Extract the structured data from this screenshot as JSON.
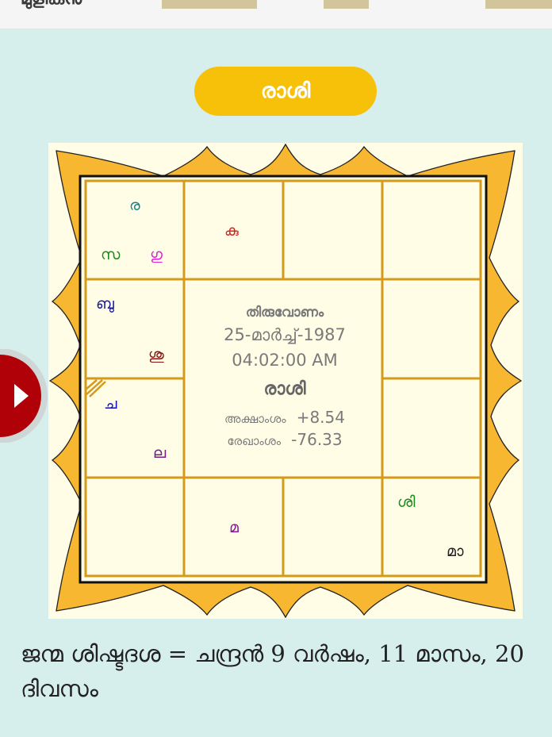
{
  "header": {
    "partial_title": "മുളികൻ"
  },
  "tab_label": "രാശി",
  "chart": {
    "nakshatra": "തിരുവോണം",
    "date": "25-മാർച്ച്-1987",
    "time": "04:02:00 AM",
    "chart_name": "രാശി",
    "latitude_label": "അക്ഷാംശം",
    "latitude_value": "+8.54",
    "longitude_label": "രേഖാംശം",
    "longitude_value": "-76.33",
    "houses": {
      "r1c1": [
        {
          "text": "ര",
          "color": "#16868c"
        },
        {
          "text": "സ",
          "color": "#1a8a1a"
        },
        {
          "text": "ഗു",
          "color": "#e020d8"
        }
      ],
      "r1c2": [
        {
          "text": "കു",
          "color": "#e02020"
        }
      ],
      "r2c1": [
        {
          "text": "ബു",
          "color": "#1a1a9a"
        },
        {
          "text": "ശു",
          "color": "#8a1010"
        }
      ],
      "r3c1": [
        {
          "text": "ച",
          "color": "#1010c0"
        },
        {
          "text": "ല",
          "color": "#7a1a8a"
        }
      ],
      "r4c2": [
        {
          "text": "മ",
          "color": "#8a1a9a"
        }
      ],
      "r4c4": [
        {
          "text": "ശി",
          "color": "#1a8a1a"
        },
        {
          "text": "മാ",
          "color": "#222222"
        }
      ]
    }
  },
  "footer_text": "ജന്മ ശിഷ്ടദശ = ചന്ദ്രൻ 9 വർഷം, 11 മാസം, 20 ദിവസം",
  "colors": {
    "background": "#d6eeec",
    "accent": "#f7c10a",
    "frame": "#f7b731",
    "chart_bg": "#fffde6",
    "grid": "#d69a1a",
    "play_button": "#b00008"
  }
}
